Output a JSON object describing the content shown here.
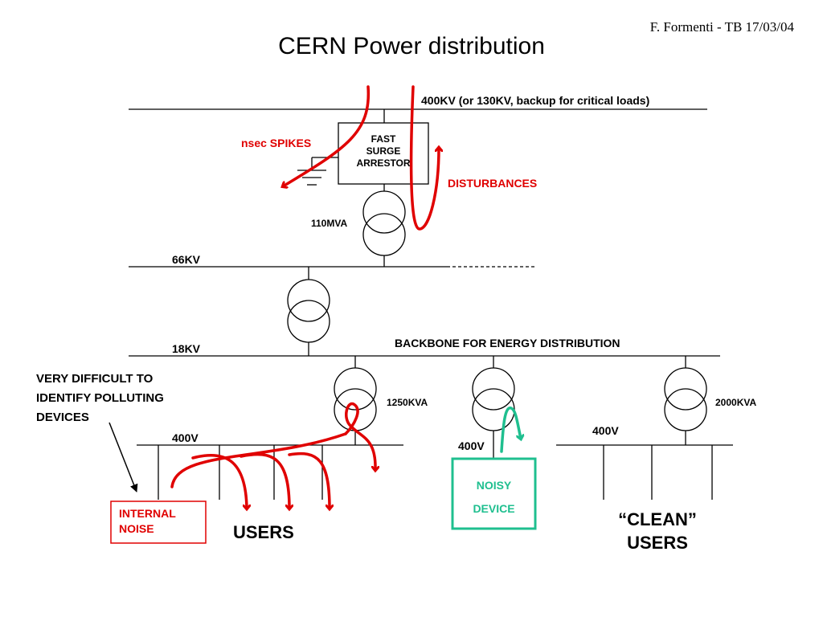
{
  "title": "CERN Power distribution",
  "credit": "F. Formenti - TB 17/03/04",
  "labels": {
    "hv_bus": "400KV (or 130KV, backup for critical loads)",
    "arrestor": "FAST\nSURGE\nARRESTOR",
    "spikes": "nsec SPIKES",
    "disturbances": "DISTURBANCES",
    "t1_rating": "110MVA",
    "bus_66": "66KV",
    "bus_18": "18KV",
    "backbone": "BACKBONE FOR ENERGY DISTRIBUTION",
    "difficult": "VERY DIFFICULT  TO\nIDENTIFY POLLUTING\nDEVICES",
    "t3_rating": "1250KVA",
    "t5_rating": "2000KVA",
    "lv_left": "400V",
    "lv_mid": "400V",
    "lv_right": "400V",
    "internal_noise": "INTERNAL\nNOISE",
    "users": "USERS",
    "noisy_device": "NOISY\nDEVICE",
    "clean_users": "“CLEAN”\nUSERS"
  },
  "colors": {
    "line": "#000000",
    "disturbance": "#e00000",
    "noisy": "#1fbf8f"
  }
}
